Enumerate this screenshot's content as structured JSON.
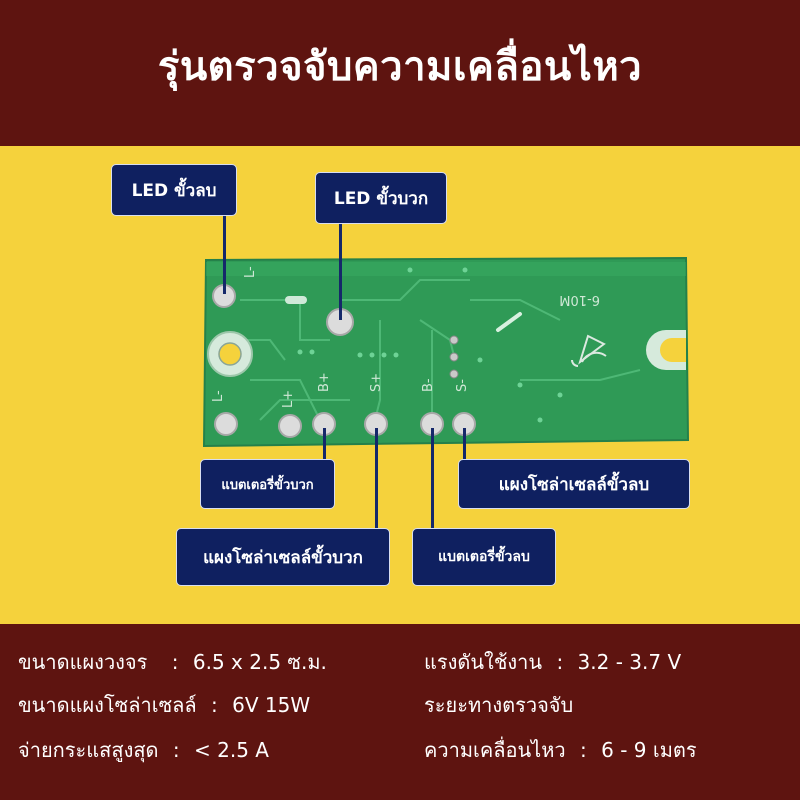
{
  "header": {
    "title": "รุ่นตรวจจับความเคลื่อนไหว"
  },
  "board": {
    "silk_model": "6-10M",
    "silk_l_minus": "L-",
    "silk_l_plus": "L+",
    "silk_b_plus": "B+",
    "silk_s_plus": "S+",
    "silk_b_minus": "B-",
    "silk_s_minus": "S-"
  },
  "callouts": {
    "led_negative": "LED ขั้วลบ",
    "led_positive": "LED ขั้วบวก",
    "battery_positive": "แบตเตอรี่ขั้วบวก",
    "solar_negative": "แผงโซล่าเซลล์ขั้วลบ",
    "solar_positive": "แผงโซล่าเซลล์ขั้วบวก",
    "battery_negative": "แบตเตอรี่ขั้วลบ"
  },
  "specs": {
    "board_size_label": "ขนาดแผงวงจร",
    "board_size_value": "6.5 x 2.5 ซ.ม.",
    "solar_size_label": "ขนาดแผงโซล่าเซลล์",
    "solar_size_value": "6V 15W",
    "max_current_label": "จ่ายกระแสสูงสุด",
    "max_current_value": "< 2.5 A",
    "voltage_label": "แรงดันใช้งาน",
    "voltage_value": "3.2 - 3.7 V",
    "range_label_line1": "ระยะทางตรวจจับ",
    "range_label_line2": "ความเคลื่อนไหว",
    "range_value": "6 - 9 เมตร",
    "separator": ":"
  },
  "colors": {
    "header_bg": "#5e1410",
    "stage_bg": "#f5d23c",
    "pcb": "#2f9a56",
    "callout_bg": "#0f2060"
  }
}
